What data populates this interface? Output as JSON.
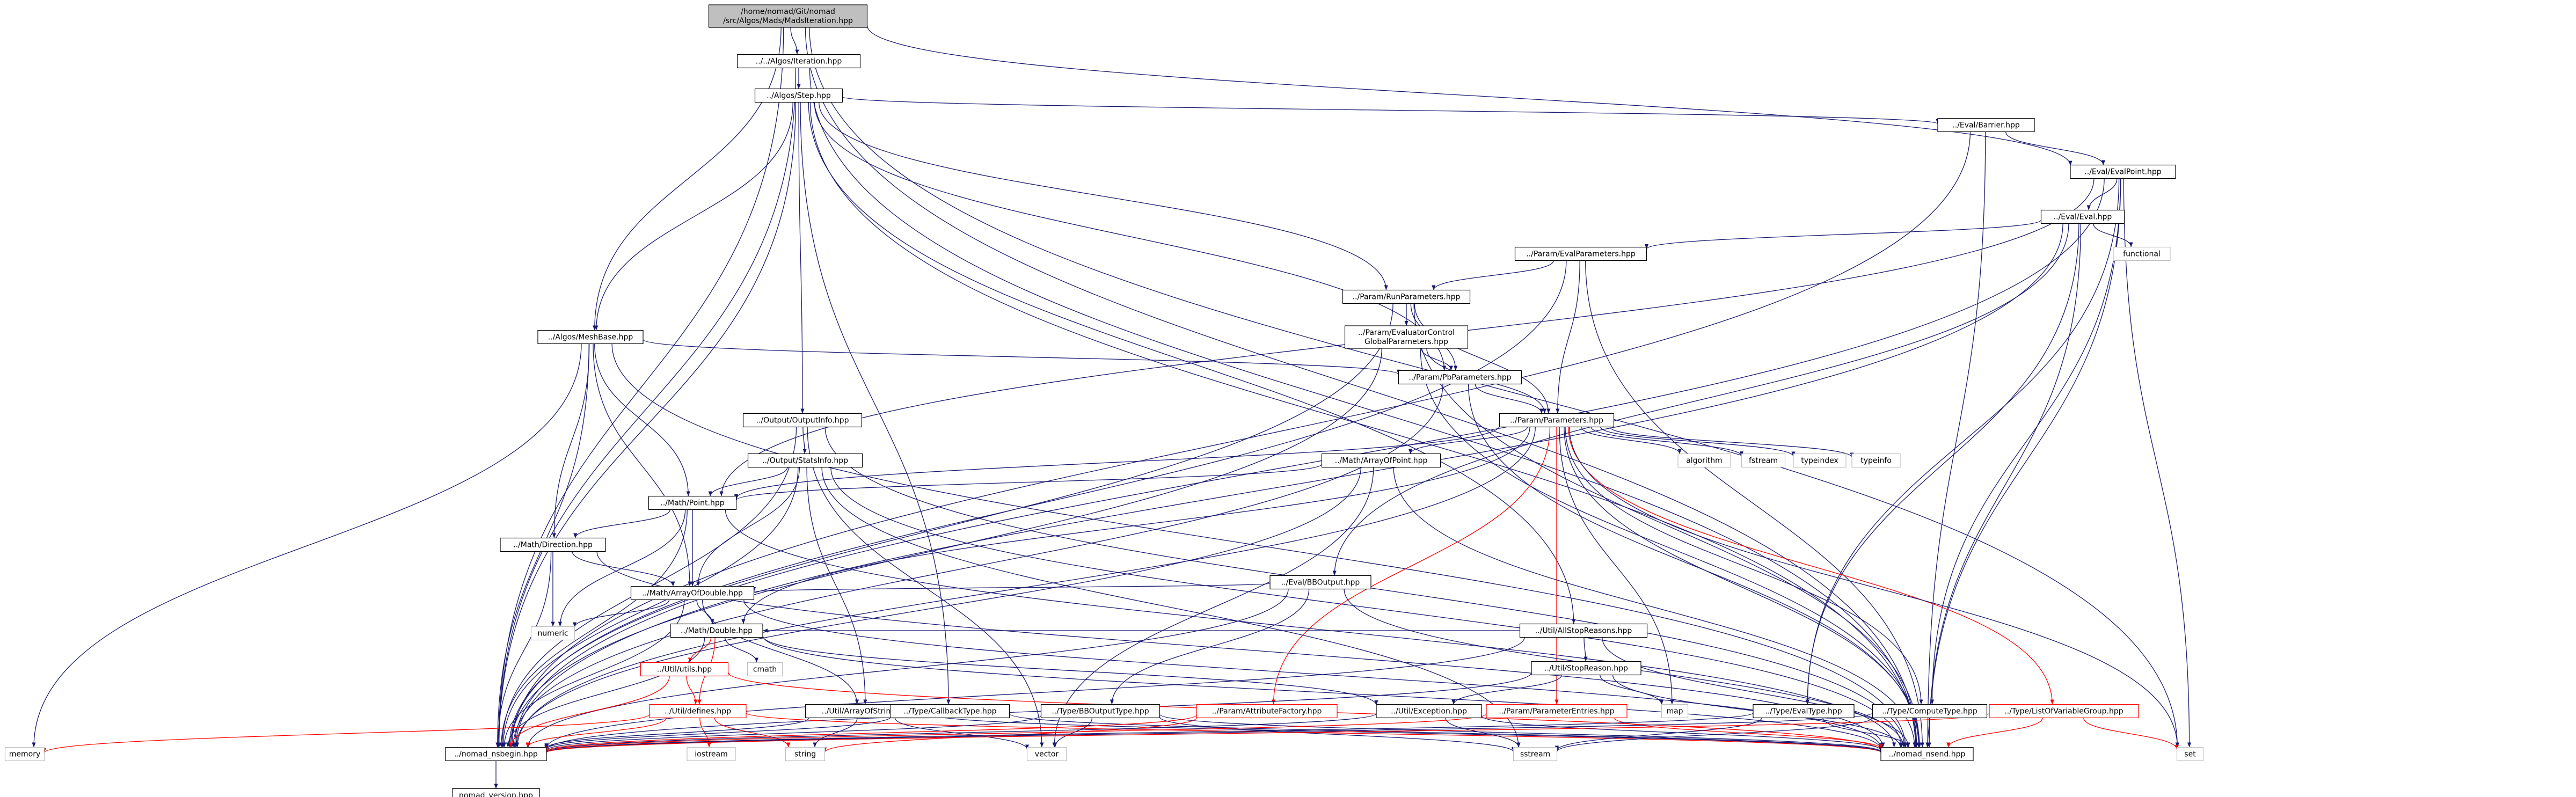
{
  "colors": {
    "root_fill": "#bfbfbf",
    "root_stroke": "#000000",
    "node_fill": "#ffffff",
    "node_stroke": "#000000",
    "missing_fill": "#ffffff",
    "missing_stroke": "#bfbfbf",
    "truncated_fill": "#ffffff",
    "truncated_stroke": "#ff0000",
    "edge_color": "#191970",
    "truncated_edge_color": "#ff0000"
  },
  "graph": {
    "nodes": [
      {
        "id": "root",
        "label": [
          "/home/nomad/Git/nomad",
          "/src/Algos/Mads/MadsIteration.hpp"
        ],
        "kind": "root"
      },
      {
        "id": "iter",
        "label": [
          "../../Algos/Iteration.hpp"
        ],
        "kind": "normal"
      },
      {
        "id": "step",
        "label": [
          "../Algos/Step.hpp"
        ],
        "kind": "normal"
      },
      {
        "id": "barrier",
        "label": [
          "../Eval/Barrier.hpp"
        ],
        "kind": "normal"
      },
      {
        "id": "evalpoint",
        "label": [
          "../Eval/EvalPoint.hpp"
        ],
        "kind": "normal"
      },
      {
        "id": "eval",
        "label": [
          "../Eval/Eval.hpp"
        ],
        "kind": "normal"
      },
      {
        "id": "functional",
        "label": [
          "functional"
        ],
        "kind": "missing"
      },
      {
        "id": "evalparams",
        "label": [
          "../Param/EvalParameters.hpp"
        ],
        "kind": "normal"
      },
      {
        "id": "runparams",
        "label": [
          "../Param/RunParameters.hpp"
        ],
        "kind": "normal"
      },
      {
        "id": "evctrl",
        "label": [
          "../Param/EvaluatorControl",
          "GlobalParameters.hpp"
        ],
        "kind": "normal"
      },
      {
        "id": "meshbase",
        "label": [
          "../Algos/MeshBase.hpp"
        ],
        "kind": "normal"
      },
      {
        "id": "pbparams",
        "label": [
          "../Param/PbParameters.hpp"
        ],
        "kind": "normal"
      },
      {
        "id": "params",
        "label": [
          "../Param/Parameters.hpp"
        ],
        "kind": "normal"
      },
      {
        "id": "outinfo",
        "label": [
          "../Output/OutputInfo.hpp"
        ],
        "kind": "normal"
      },
      {
        "id": "statsinfo",
        "label": [
          "../Output/StatsInfo.hpp"
        ],
        "kind": "normal"
      },
      {
        "id": "arrpoint",
        "label": [
          "../Math/ArrayOfPoint.hpp"
        ],
        "kind": "normal"
      },
      {
        "id": "algorithm",
        "label": [
          "algorithm"
        ],
        "kind": "missing"
      },
      {
        "id": "fstream",
        "label": [
          "fstream"
        ],
        "kind": "missing"
      },
      {
        "id": "typeindex",
        "label": [
          "typeindex"
        ],
        "kind": "missing"
      },
      {
        "id": "typeinfo",
        "label": [
          "typeinfo"
        ],
        "kind": "missing"
      },
      {
        "id": "point",
        "label": [
          "../Math/Point.hpp"
        ],
        "kind": "normal"
      },
      {
        "id": "direction",
        "label": [
          "../Math/Direction.hpp"
        ],
        "kind": "normal"
      },
      {
        "id": "bboutput",
        "label": [
          "../Eval/BBOutput.hpp"
        ],
        "kind": "normal"
      },
      {
        "id": "arrdouble",
        "label": [
          "../Math/ArrayOfDouble.hpp"
        ],
        "kind": "normal"
      },
      {
        "id": "numeric",
        "label": [
          "numeric"
        ],
        "kind": "missing"
      },
      {
        "id": "double",
        "label": [
          "../Math/Double.hpp"
        ],
        "kind": "normal"
      },
      {
        "id": "allstop",
        "label": [
          "../Util/AllStopReasons.hpp"
        ],
        "kind": "normal"
      },
      {
        "id": "utils",
        "label": [
          "../Util/utils.hpp"
        ],
        "kind": "truncated"
      },
      {
        "id": "cmath",
        "label": [
          "cmath"
        ],
        "kind": "missing"
      },
      {
        "id": "stopreason",
        "label": [
          "../Util/StopReason.hpp"
        ],
        "kind": "normal"
      },
      {
        "id": "defines",
        "label": [
          "../Util/defines.hpp"
        ],
        "kind": "truncated"
      },
      {
        "id": "arrstring",
        "label": [
          "../Util/ArrayOfString.hpp"
        ],
        "kind": "normal"
      },
      {
        "id": "callback",
        "label": [
          "../Type/CallbackType.hpp"
        ],
        "kind": "normal"
      },
      {
        "id": "bbouttype",
        "label": [
          "../Type/BBOutputType.hpp"
        ],
        "kind": "normal"
      },
      {
        "id": "attrfactory",
        "label": [
          "../Param/AttributeFactory.hpp"
        ],
        "kind": "truncated"
      },
      {
        "id": "exception",
        "label": [
          "../Util/Exception.hpp"
        ],
        "kind": "normal"
      },
      {
        "id": "paramentries",
        "label": [
          "../Param/ParameterEntries.hpp"
        ],
        "kind": "truncated"
      },
      {
        "id": "map",
        "label": [
          "map"
        ],
        "kind": "missing"
      },
      {
        "id": "evaltype",
        "label": [
          "../Type/EvalType.hpp"
        ],
        "kind": "normal"
      },
      {
        "id": "computetype",
        "label": [
          "../Type/ComputeType.hpp"
        ],
        "kind": "normal"
      },
      {
        "id": "listvar",
        "label": [
          "../Type/ListOfVariableGroup.hpp"
        ],
        "kind": "truncated"
      },
      {
        "id": "memory",
        "label": [
          "memory"
        ],
        "kind": "missing"
      },
      {
        "id": "nsbegin",
        "label": [
          "../nomad_nsbegin.hpp"
        ],
        "kind": "normal"
      },
      {
        "id": "iostream",
        "label": [
          "iostream"
        ],
        "kind": "missing"
      },
      {
        "id": "string",
        "label": [
          "string"
        ],
        "kind": "missing"
      },
      {
        "id": "vector",
        "label": [
          "vector"
        ],
        "kind": "missing"
      },
      {
        "id": "sstream",
        "label": [
          "sstream"
        ],
        "kind": "missing"
      },
      {
        "id": "nsend",
        "label": [
          "../nomad_nsend.hpp"
        ],
        "kind": "normal"
      },
      {
        "id": "set",
        "label": [
          "set"
        ],
        "kind": "missing"
      },
      {
        "id": "version",
        "label": [
          "nomad_version.hpp"
        ],
        "kind": "normal"
      }
    ],
    "edges": [
      [
        "root",
        "iter"
      ],
      [
        "root",
        "meshbase"
      ],
      [
        "root",
        "evalpoint"
      ],
      [
        "root",
        "nsbegin"
      ],
      [
        "root",
        "nsend"
      ],
      [
        "root",
        "set"
      ],
      [
        "iter",
        "step"
      ],
      [
        "iter",
        "nsbegin"
      ],
      [
        "iter",
        "nsend"
      ],
      [
        "step",
        "barrier"
      ],
      [
        "step",
        "meshbase"
      ],
      [
        "step",
        "outinfo"
      ],
      [
        "step",
        "runparams"
      ],
      [
        "step",
        "pbparams"
      ],
      [
        "step",
        "allstop"
      ],
      [
        "step",
        "callback"
      ],
      [
        "step",
        "nsbegin"
      ],
      [
        "step",
        "nsend"
      ],
      [
        "barrier",
        "evalpoint"
      ],
      [
        "barrier",
        "nsbegin"
      ],
      [
        "barrier",
        "nsend"
      ],
      [
        "evalpoint",
        "eval"
      ],
      [
        "evalpoint",
        "point"
      ],
      [
        "evalpoint",
        "evaltype"
      ],
      [
        "evalpoint",
        "computetype"
      ],
      [
        "evalpoint",
        "nsbegin"
      ],
      [
        "evalpoint",
        "nsend"
      ],
      [
        "evalpoint",
        "set"
      ],
      [
        "eval",
        "functional"
      ],
      [
        "eval",
        "evalparams"
      ],
      [
        "eval",
        "bboutput"
      ],
      [
        "eval",
        "evaltype"
      ],
      [
        "eval",
        "nsbegin"
      ],
      [
        "eval",
        "nsend"
      ],
      [
        "evalparams",
        "runparams"
      ],
      [
        "evalparams",
        "params"
      ],
      [
        "evalparams",
        "nsbegin"
      ],
      [
        "evalparams",
        "nsend"
      ],
      [
        "runparams",
        "evctrl"
      ],
      [
        "runparams",
        "pbparams"
      ],
      [
        "runparams",
        "params"
      ],
      [
        "runparams",
        "nsbegin"
      ],
      [
        "runparams",
        "nsend"
      ],
      [
        "evctrl",
        "params"
      ],
      [
        "evctrl",
        "pbparams"
      ],
      [
        "evctrl",
        "nsbegin"
      ],
      [
        "evctrl",
        "nsend"
      ],
      [
        "meshbase",
        "pbparams"
      ],
      [
        "meshbase",
        "direction"
      ],
      [
        "meshbase",
        "point"
      ],
      [
        "meshbase",
        "arrdouble"
      ],
      [
        "meshbase",
        "memory"
      ],
      [
        "meshbase",
        "nsbegin"
      ],
      [
        "meshbase",
        "nsend"
      ],
      [
        "pbparams",
        "params"
      ],
      [
        "pbparams",
        "nsbegin"
      ],
      [
        "pbparams",
        "nsend"
      ],
      [
        "params",
        "arrpoint"
      ],
      [
        "params",
        "point"
      ],
      [
        "params",
        "algorithm"
      ],
      [
        "params",
        "fstream"
      ],
      [
        "params",
        "typeindex"
      ],
      [
        "params",
        "typeinfo"
      ],
      [
        "params",
        "map"
      ],
      [
        "params",
        "double"
      ],
      [
        "params",
        "attrfactory"
      ],
      [
        "params",
        "paramentries"
      ],
      [
        "params",
        "listvar"
      ],
      [
        "params",
        "computetype"
      ],
      [
        "params",
        "nsbegin"
      ],
      [
        "params",
        "nsend"
      ],
      [
        "params",
        "set"
      ],
      [
        "outinfo",
        "statsinfo"
      ],
      [
        "outinfo",
        "vector"
      ],
      [
        "outinfo",
        "nsbegin"
      ],
      [
        "outinfo",
        "nsend"
      ],
      [
        "statsinfo",
        "point"
      ],
      [
        "statsinfo",
        "arrdouble"
      ],
      [
        "statsinfo",
        "arrstring"
      ],
      [
        "statsinfo",
        "sstream"
      ],
      [
        "statsinfo",
        "nsbegin"
      ],
      [
        "statsinfo",
        "nsend"
      ],
      [
        "arrpoint",
        "point"
      ],
      [
        "arrpoint",
        "vector"
      ],
      [
        "arrpoint",
        "nsbegin"
      ],
      [
        "arrpoint",
        "nsend"
      ],
      [
        "point",
        "arrdouble"
      ],
      [
        "point",
        "direction"
      ],
      [
        "point",
        "numeric"
      ],
      [
        "point",
        "nsbegin"
      ],
      [
        "point",
        "nsend"
      ],
      [
        "direction",
        "arrdouble"
      ],
      [
        "direction",
        "numeric"
      ],
      [
        "direction",
        "nsbegin"
      ],
      [
        "direction",
        "nsend"
      ],
      [
        "bboutput",
        "bbouttype"
      ],
      [
        "bboutput",
        "arrdouble"
      ],
      [
        "bboutput",
        "nsbegin"
      ],
      [
        "bboutput",
        "nsend"
      ],
      [
        "arrdouble",
        "double"
      ],
      [
        "arrdouble",
        "arrstring"
      ],
      [
        "arrdouble",
        "numeric"
      ],
      [
        "arrdouble",
        "nsbegin"
      ],
      [
        "arrdouble",
        "nsend"
      ],
      [
        "double",
        "utils"
      ],
      [
        "double",
        "cmath"
      ],
      [
        "double",
        "exception"
      ],
      [
        "double",
        "defines"
      ],
      [
        "double",
        "nsbegin"
      ],
      [
        "double",
        "nsend"
      ],
      [
        "allstop",
        "stopreason"
      ],
      [
        "allstop",
        "double"
      ],
      [
        "allstop",
        "nsbegin"
      ],
      [
        "allstop",
        "nsend"
      ],
      [
        "stopreason",
        "map"
      ],
      [
        "stopreason",
        "exception"
      ],
      [
        "stopreason",
        "nsbegin"
      ],
      [
        "stopreason",
        "nsend"
      ],
      [
        "utils",
        "defines"
      ],
      [
        "utils",
        "nsbegin"
      ],
      [
        "utils",
        "nsend"
      ],
      [
        "defines",
        "iostream"
      ],
      [
        "defines",
        "string"
      ],
      [
        "defines",
        "nsbegin"
      ],
      [
        "defines",
        "memory"
      ],
      [
        "defines",
        "nsend"
      ],
      [
        "arrstring",
        "string"
      ],
      [
        "arrstring",
        "vector"
      ],
      [
        "arrstring",
        "nsbegin"
      ],
      [
        "arrstring",
        "nsend"
      ],
      [
        "callback",
        "nsbegin"
      ],
      [
        "callback",
        "nsend"
      ],
      [
        "bbouttype",
        "vector"
      ],
      [
        "bbouttype",
        "sstream"
      ],
      [
        "bbouttype",
        "nsbegin"
      ],
      [
        "bbouttype",
        "nsend"
      ],
      [
        "attrfactory",
        "string"
      ],
      [
        "attrfactory",
        "nsbegin"
      ],
      [
        "exception",
        "sstream"
      ],
      [
        "exception",
        "nsbegin"
      ],
      [
        "exception",
        "nsend"
      ],
      [
        "paramentries",
        "nsbegin"
      ],
      [
        "paramentries",
        "nsend"
      ],
      [
        "evaltype",
        "sstream"
      ],
      [
        "evaltype",
        "nsbegin"
      ],
      [
        "evaltype",
        "nsend"
      ],
      [
        "computetype",
        "sstream"
      ],
      [
        "computetype",
        "nsbegin"
      ],
      [
        "computetype",
        "nsend"
      ],
      [
        "listvar",
        "nsbegin"
      ],
      [
        "listvar",
        "nsend"
      ],
      [
        "listvar",
        "set"
      ],
      [
        "nsbegin",
        "version"
      ]
    ]
  }
}
